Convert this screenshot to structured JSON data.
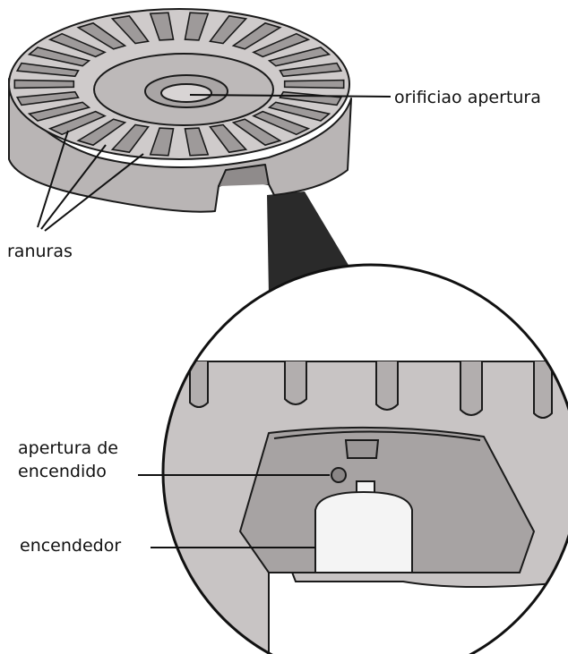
{
  "labels": {
    "orificio": "orificiao apertura",
    "ranuras": "ranuras",
    "apertura_line1": "apertura de",
    "apertura_line2": "encendido",
    "encendedor": "encendedor"
  },
  "colors": {
    "burner_fill": "#c4c0c0",
    "burner_dark": "#9c9898",
    "outline": "#1a1a1a",
    "cone": "#2a2a2a",
    "background": "#ffffff",
    "igniter_fill": "#f4f4f4"
  }
}
